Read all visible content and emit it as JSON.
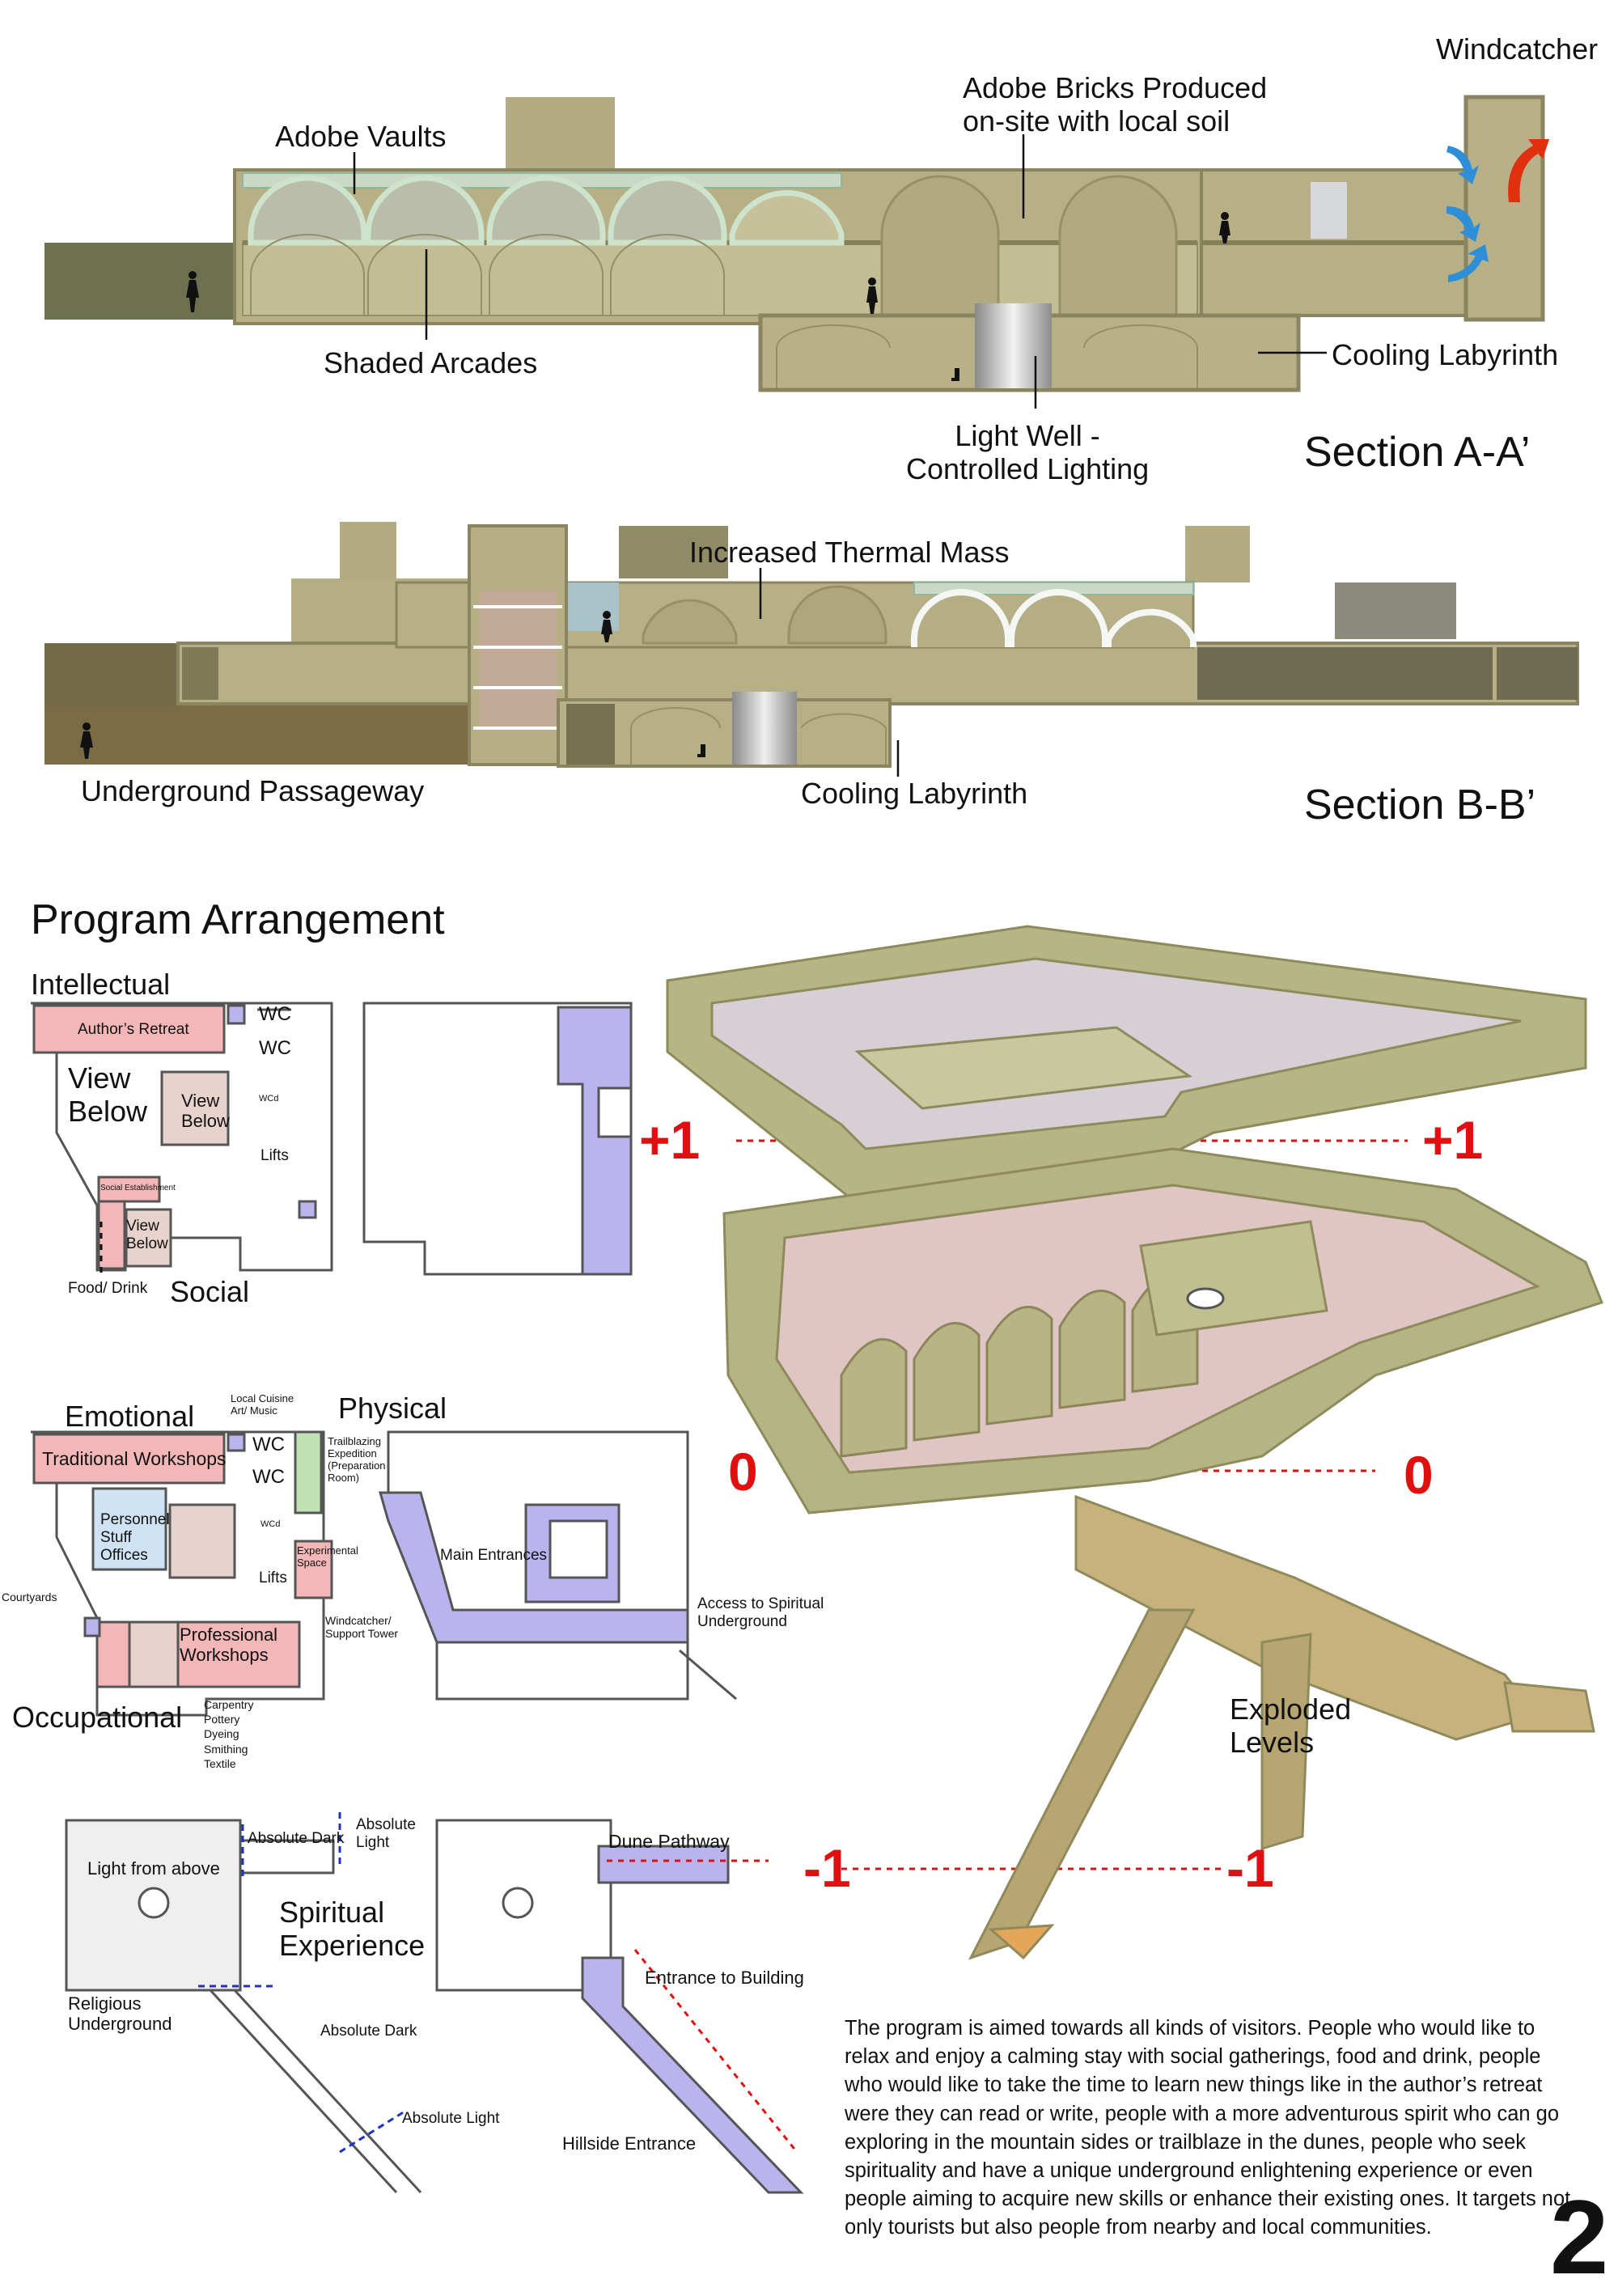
{
  "section_a": {
    "title": "Section A-A’",
    "labels": {
      "adobe_vaults": "Adobe Vaults",
      "adobe_bricks": "Adobe Bricks Produced\non-site with local soil",
      "windcatcher": "Windcatcher",
      "shaded_arcades": "Shaded Arcades",
      "cooling_labyrinth": "Cooling Labyrinth",
      "light_well": "Light Well -\nControlled Lighting"
    }
  },
  "section_b": {
    "title": "Section B-B’",
    "labels": {
      "thermal_mass": "Increased Thermal Mass",
      "underground_passageway": "Underground Passageway",
      "cooling_labyrinth": "Cooling Labyrinth"
    }
  },
  "program": {
    "title": "Program Arrangement",
    "level_plus1": {
      "intellectual": "Intellectual",
      "authors_retreat": "Author’s Retreat",
      "wc1": "WC",
      "wc2": "WC",
      "view_below_1": "View\nBelow",
      "view_below_2": "View\nBelow",
      "wcd": "WCd",
      "lifts": "Lifts",
      "social_establishment": "Social Establishment",
      "view_below_3": "View\nBelow",
      "food_drink": "Food/ Drink",
      "social": "Social"
    },
    "level_0": {
      "emotional": "Emotional",
      "local_cuisine": "Local Cuisine\nArt/ Music",
      "physical": "Physical",
      "traditional_workshops": "Traditional Workshops",
      "wc1": "WC",
      "wc2": "WC",
      "trailblazing": "Trailblazing\nExpedition\n(Preparation\nRoom)",
      "personnel": "Personnel\nStuff\nOffices",
      "wcd": "WCd",
      "experimental": "Experimental\nSpace",
      "lifts": "Lifts",
      "courtyards": "Courtyards",
      "professional_workshops": "Professional\nWorkshops",
      "windcatcher_tower": "Windcatcher/\nSupport Tower",
      "occupational": "Occupational",
      "crafts": "Carpentry\nPottery\nDyeing\nSmithing\nTextile",
      "main_entrances": "Main Entrances",
      "access_spiritual": "Access to Spiritual\nUnderground"
    },
    "level_minus1": {
      "absolute_dark_1": "Absolute Dark",
      "absolute_light_1": "Absolute\nLight",
      "light_from_above": "Light from above",
      "spiritual_experience": "Spiritual\nExperience",
      "religious_underground": "Religious\nUnderground",
      "absolute_dark_2": "Absolute Dark",
      "absolute_light_2": "Absolute Light",
      "dune_pathway": "Dune Pathway",
      "entrance_building": "Entrance to Building",
      "hillside_entrance": "Hillside Entrance"
    },
    "level_markers": {
      "plus1": "+1",
      "zero": "0",
      "minus1": "-1"
    },
    "exploded_levels": "Exploded\nLevels"
  },
  "description": "The program is  aimed towards all kinds of visitors. People who would like to relax and enjoy a calming stay with social gatherings, food and drink, people who would like to take the time to learn new things like in the author’s retreat were they can read or write, people with a more adventurous spirit who can go exploring in the mountain sides or trailblaze in the dunes, people who seek spirituality and have a unique underground enlightening experience or even people aiming to acquire new skills or enhance their existing ones. It targets not only tourists but also people from nearby and local communities.",
  "page_number": "2",
  "colors": {
    "adobe": "#b9b38a",
    "adobe_dark": "#8f8961",
    "ground": "#6f6a45",
    "pink": "#f3b7b7",
    "purple": "#b9b4ee",
    "green": "#bfe3b5",
    "blue": "#cfe3f4",
    "red": "#e01010",
    "arrow_blue": "#2f8fd6",
    "arrow_red": "#e03010"
  }
}
